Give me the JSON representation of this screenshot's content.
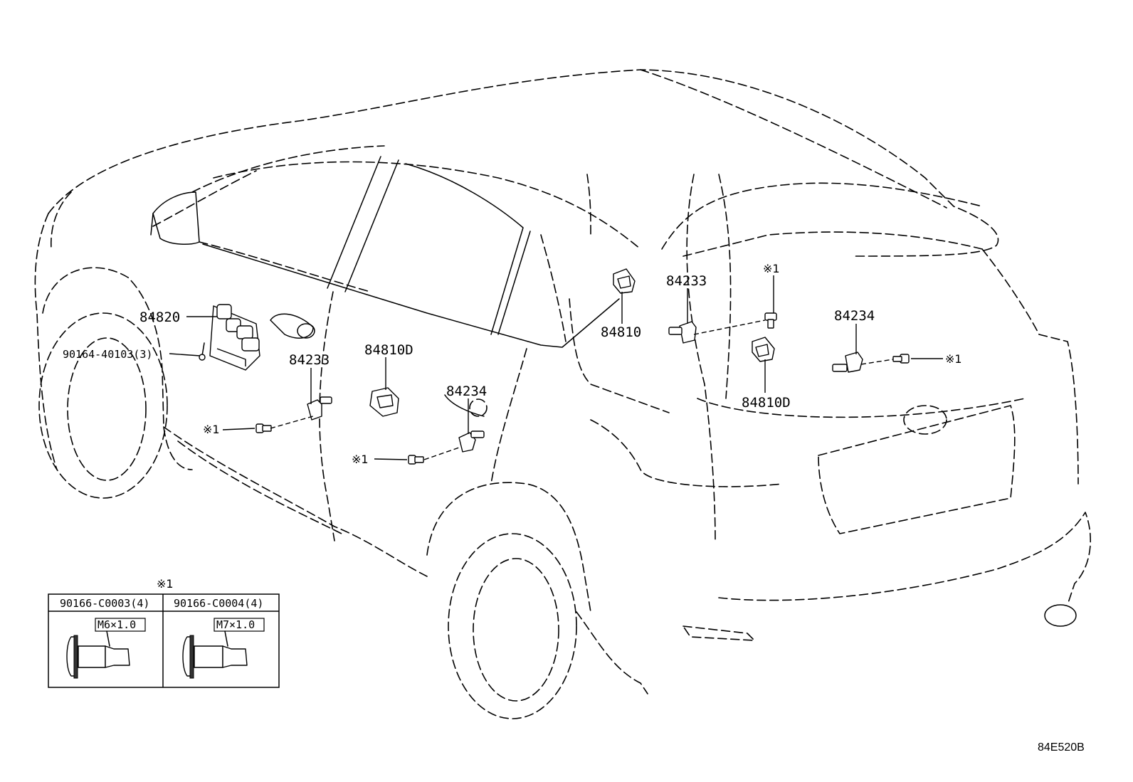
{
  "diagram": {
    "callouts": {
      "switch_84820": "84820",
      "screw_90164": "90164-40103(3)",
      "sensor_84233_door": "84233",
      "sensor_84810D_door": "84810D",
      "sensor_84234_door": "84234",
      "switch_84810": "84810",
      "sensor_84233_gate": "84233",
      "sensor_84810D_gate": "84810D",
      "sensor_84234_gate": "84234"
    },
    "note_marks": {
      "door_84233_bolt": "※1",
      "door_84234_bolt": "※1",
      "gate_84233_bolt": "※1",
      "gate_84234_bolt": "※1"
    },
    "fastener_table": {
      "title": "※1",
      "columns": [
        {
          "part_no": "90166-C0003(4)",
          "size": "M6×1.0"
        },
        {
          "part_no": "90166-C0004(4)",
          "size": "M7×1.0"
        }
      ]
    },
    "reference_code": "84E520B"
  }
}
